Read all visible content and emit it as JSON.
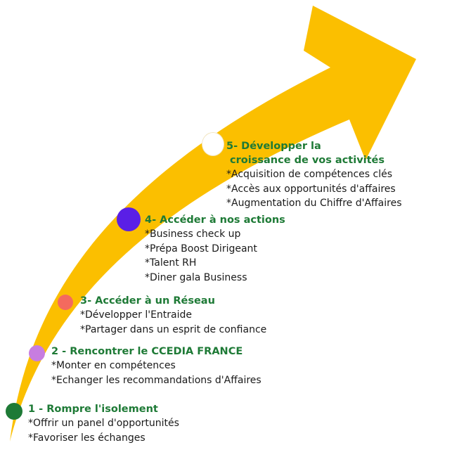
{
  "colors": {
    "arrow": "#fbbf00",
    "title": "#1e7a36",
    "text": "#1a1a1a"
  },
  "steps": [
    {
      "title": "1 - Rompre l'isolement",
      "dot_color": "#1e7a36",
      "items": [
        "*Offrir un panel d'opportunités",
        "*Favoriser les échanges"
      ]
    },
    {
      "title": "2 - Rencontrer le CCEDIA FRANCE",
      "dot_color": "#c77de0",
      "items": [
        "*Monter en compétences",
        "*Echanger les recommandations d'Affaires"
      ]
    },
    {
      "title": "3- Accéder à un Réseau",
      "dot_color": "#f46a5e",
      "items": [
        "*Développer l'Entraide",
        "*Partager dans un esprit de confiance"
      ]
    },
    {
      "title": "4- Accéder à nos actions",
      "dot_color": "#5a1fe6",
      "items": [
        "*Business check up",
        "*Prépa Boost Dirigeant",
        "*Talent RH",
        "*Diner gala Business"
      ]
    },
    {
      "title_line1": "5- Développer la",
      "title_line2": " croissance de vos activités",
      "dot_color": "#ffffff",
      "items": [
        "*Acquisition de compétences clés",
        "*Accès aux opportunités d'affaires",
        "*Augmentation du Chiffre d'Affaires"
      ]
    }
  ]
}
